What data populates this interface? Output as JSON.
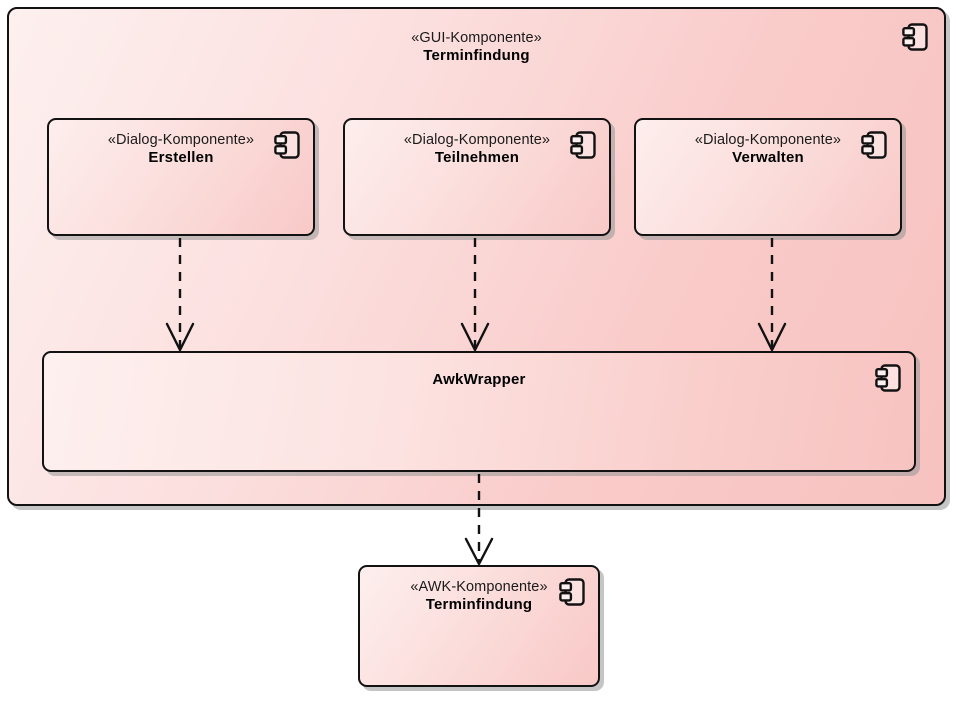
{
  "diagram": {
    "kind": "uml-component-diagram",
    "background": "#ffffff",
    "line_color": "#121212",
    "shadow_color": "#969696",
    "fill_light": "#fdefee",
    "fill_dark": "#f7c2c0"
  },
  "container": {
    "stereotype": "«GUI-Komponente»",
    "name": "Terminfindung",
    "icon": "uml-component-icon"
  },
  "children": [
    {
      "id": "erstellen",
      "stereotype": "«Dialog-Komponente»",
      "name": "Erstellen",
      "icon": "uml-component-icon"
    },
    {
      "id": "teilnehmen",
      "stereotype": "«Dialog-Komponente»",
      "name": "Teilnehmen",
      "icon": "uml-component-icon"
    },
    {
      "id": "verwalten",
      "stereotype": "«Dialog-Komponente»",
      "name": "Verwalten",
      "icon": "uml-component-icon"
    }
  ],
  "wrapper": {
    "id": "awkwrapper",
    "stereotype": "",
    "name": "AwkWrapper",
    "icon": "uml-component-icon"
  },
  "external": {
    "id": "awk-terminfindung",
    "stereotype": "«AWK-Komponente»",
    "name": "Terminfindung",
    "icon": "uml-component-icon"
  },
  "dependencies": [
    {
      "from": "erstellen",
      "to": "awkwrapper",
      "style": "dashed",
      "arrow": "open"
    },
    {
      "from": "teilnehmen",
      "to": "awkwrapper",
      "style": "dashed",
      "arrow": "open"
    },
    {
      "from": "verwalten",
      "to": "awkwrapper",
      "style": "dashed",
      "arrow": "open"
    },
    {
      "from": "awkwrapper",
      "to": "awk-terminfindung",
      "style": "dashed",
      "arrow": "open"
    }
  ]
}
